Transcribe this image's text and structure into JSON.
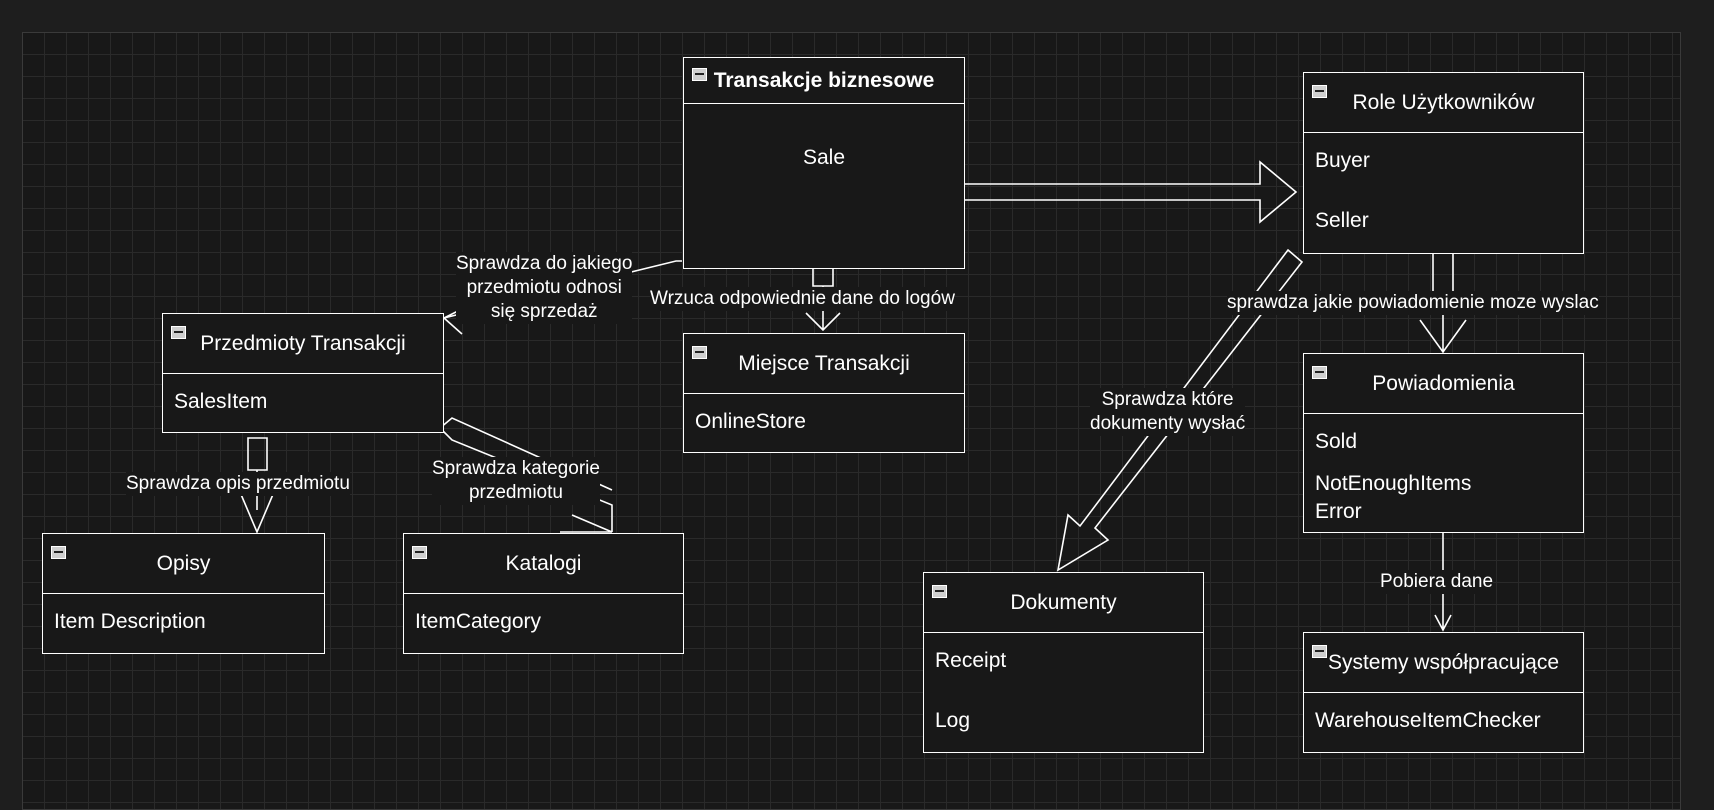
{
  "boxes": {
    "transakcje": {
      "title": "Transakcje biznesowe",
      "items": [
        "Sale"
      ]
    },
    "role": {
      "title": "Role Użytkowników",
      "items": [
        "Buyer",
        "Seller"
      ]
    },
    "przedmioty": {
      "title": "Przedmioty Transakcji",
      "items": [
        "SalesItem"
      ]
    },
    "miejsce": {
      "title": "Miejsce Transakcji",
      "items": [
        "OnlineStore"
      ]
    },
    "powiadomienia": {
      "title": "Powiadomienia",
      "items": [
        "Sold",
        "NotEnoughItems",
        "Error"
      ]
    },
    "opisy": {
      "title": "Opisy",
      "items": [
        "Item Description"
      ]
    },
    "katalogi": {
      "title": "Katalogi",
      "items": [
        "ItemCategory"
      ]
    },
    "dokumenty": {
      "title": "Dokumenty",
      "items": [
        "Receipt",
        "Log"
      ]
    },
    "systemy": {
      "title": "Systemy współpracujące",
      "items": [
        "WarehouseItemChecker"
      ]
    }
  },
  "edges": {
    "przedmiot_label": [
      "Sprawdza do jakiego",
      "przedmiotu odnosi",
      "się sprzedaż"
    ],
    "logi_label": "Wrzuca odpowiednie dane do logów",
    "powiadomienie_label": "sprawdza jakie powiadomienie moze wyslac",
    "dokumenty_label": [
      "Sprawdza które",
      "dokumenty wysłać"
    ],
    "opis_label": "Sprawdza opis przedmiotu",
    "kategorie_label": [
      "Sprawdza kategorie",
      "przedmiotu"
    ],
    "pobiera_label": "Pobiera dane"
  },
  "colors": {
    "background": "#181818",
    "grid": "#2a2a2a",
    "stroke": "#ffffff"
  }
}
